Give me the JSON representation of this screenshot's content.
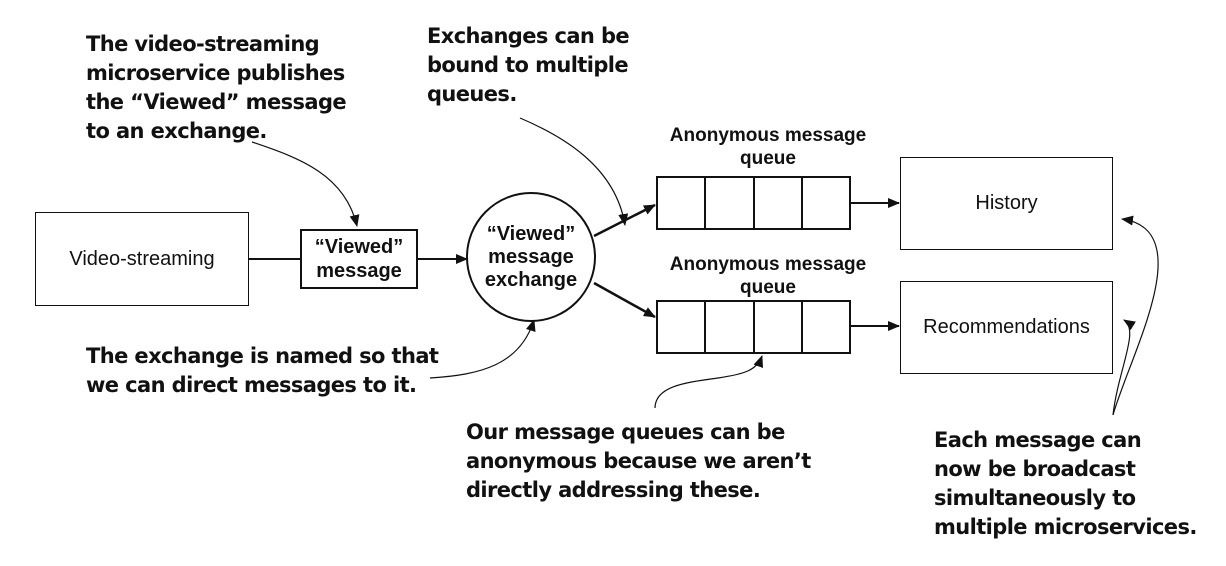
{
  "nodes": {
    "video_streaming": "Video-streaming",
    "viewed_message": [
      "“Viewed”",
      "message"
    ],
    "exchange": [
      "“Viewed”",
      "message",
      "exchange"
    ],
    "queue_top_label": [
      "Anonymous message",
      "queue"
    ],
    "queue_bottom_label": [
      "Anonymous message",
      "queue"
    ],
    "history": "History",
    "recommendations": "Recommendations"
  },
  "annotations": {
    "publish_note": [
      "The video-streaming",
      "microservice publishes",
      "the “Viewed” message",
      "to an exchange."
    ],
    "bound_note": [
      "Exchanges can be",
      "bound to multiple",
      "queues."
    ],
    "named_note": [
      "The exchange is named so that",
      "we can direct messages to it."
    ],
    "anonymous_note": [
      "Our message queues can be",
      "anonymous because we aren’t",
      "directly addressing these."
    ],
    "broadcast_note": [
      "Each message can",
      "now be broadcast",
      "simultaneously to",
      "multiple microservices."
    ]
  },
  "colors": {
    "line": "#111111",
    "background": "#ffffff"
  }
}
